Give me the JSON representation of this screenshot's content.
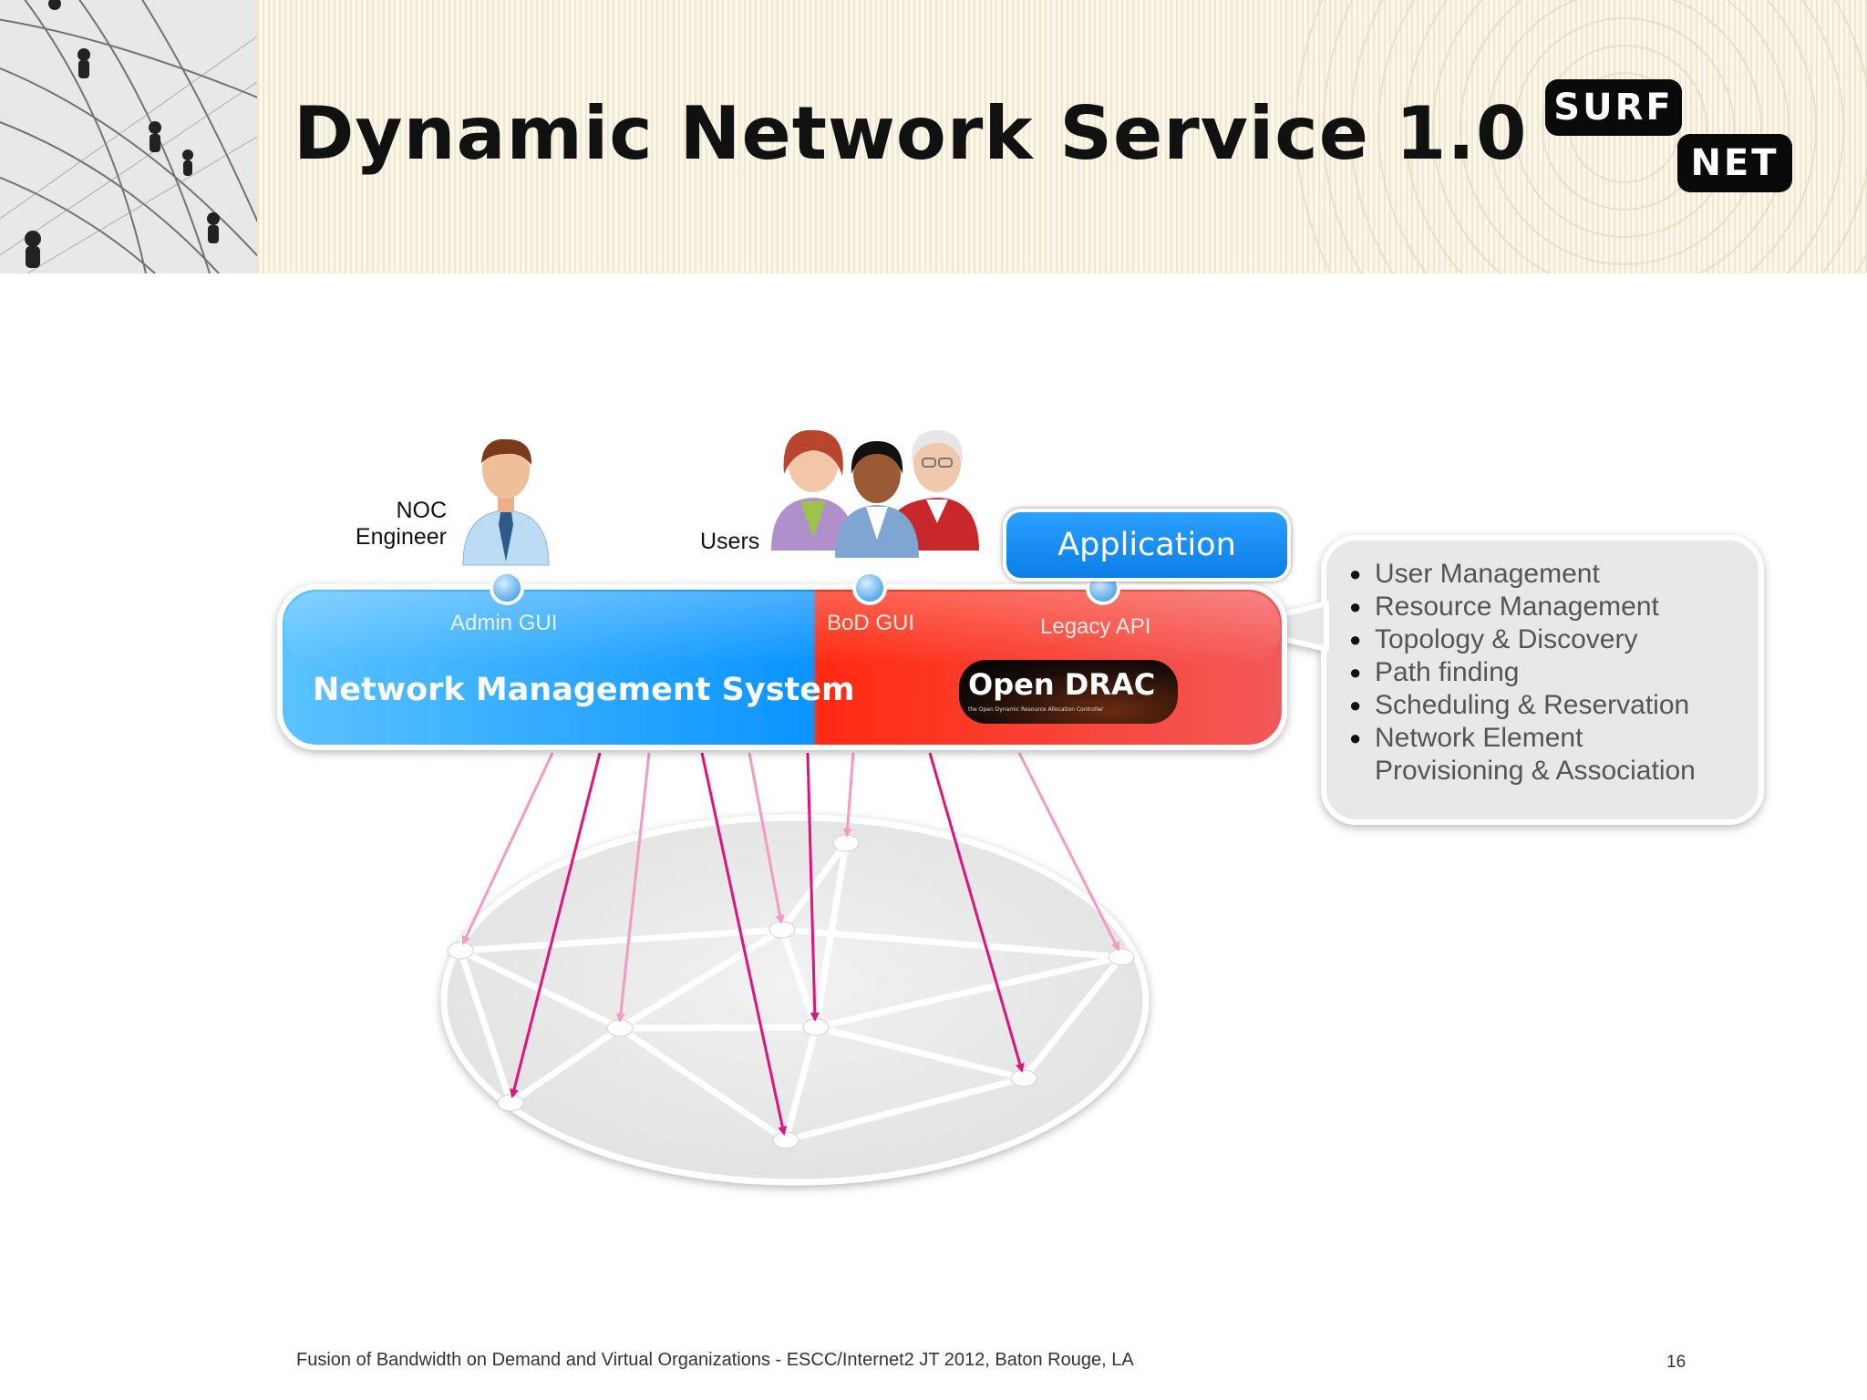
{
  "slide": {
    "title": "Dynamic Network Service 1.0",
    "logo": {
      "top": "SURF",
      "bottom": "NET"
    },
    "footer": "Fusion of Bandwidth on Demand and Virtual Organizations - ESCC/Internet2 JT 2012, Baton Rouge, LA",
    "page_number": "16"
  },
  "diagram": {
    "actors": {
      "noc_line1": "NOC",
      "noc_line2": "Engineer",
      "users": "Users"
    },
    "application": "Application",
    "interfaces": {
      "admin_gui": "Admin GUI",
      "bod_gui": "BoD GUI",
      "legacy_api": "Legacy API"
    },
    "nms": "Network Management System",
    "open_drac": {
      "title": "Open DRAC",
      "subtitle": "the Open Dynamic Resource Allocation Controller"
    },
    "features": [
      "User Management",
      "Resource Management",
      "Topology & Discovery",
      "Path finding",
      "Scheduling & Reservation",
      "Network Element",
      "Provisioning & Association"
    ]
  },
  "colors": {
    "nms_blue": "#1aa8ff",
    "nms_red": "#ff3a1a",
    "arrow_magenta": "#e0127f",
    "arrow_pink": "#f39ac6",
    "application_blue": "#0b84ee"
  }
}
